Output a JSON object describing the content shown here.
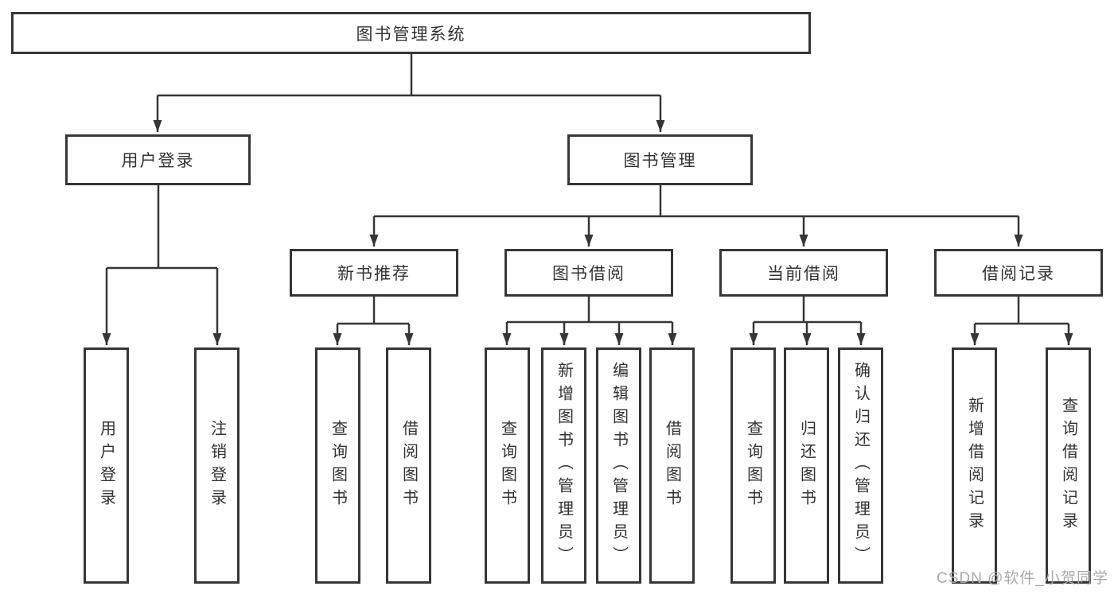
{
  "tree": {
    "label": "图书管理系统",
    "children": [
      {
        "label": "用户登录",
        "children": [
          {
            "label": "用户登录"
          },
          {
            "label": "注销登录"
          }
        ]
      },
      {
        "label": "图书管理",
        "children": [
          {
            "label": "新书推荐",
            "children": [
              {
                "label": "查询图书"
              },
              {
                "label": "借阅图书"
              }
            ]
          },
          {
            "label": "图书借阅",
            "children": [
              {
                "label": "查询图书"
              },
              {
                "label": "新增图书（管理员）"
              },
              {
                "label": "编辑图书（管理员）"
              },
              {
                "label": "借阅图书"
              }
            ]
          },
          {
            "label": "当前借阅",
            "children": [
              {
                "label": "查询图书"
              },
              {
                "label": "归还图书"
              },
              {
                "label": "确认归还（管理员）"
              }
            ]
          },
          {
            "label": "借阅记录",
            "children": [
              {
                "label": "新增借阅记录"
              },
              {
                "label": "查询借阅记录"
              }
            ]
          }
        ]
      }
    ]
  },
  "watermark": "CSDN @软件_小贺同学",
  "colors": {
    "line": "#363636",
    "box_border": "#363636",
    "text": "#333333",
    "background": "#ffffff",
    "watermark": "#a9a9a9"
  }
}
